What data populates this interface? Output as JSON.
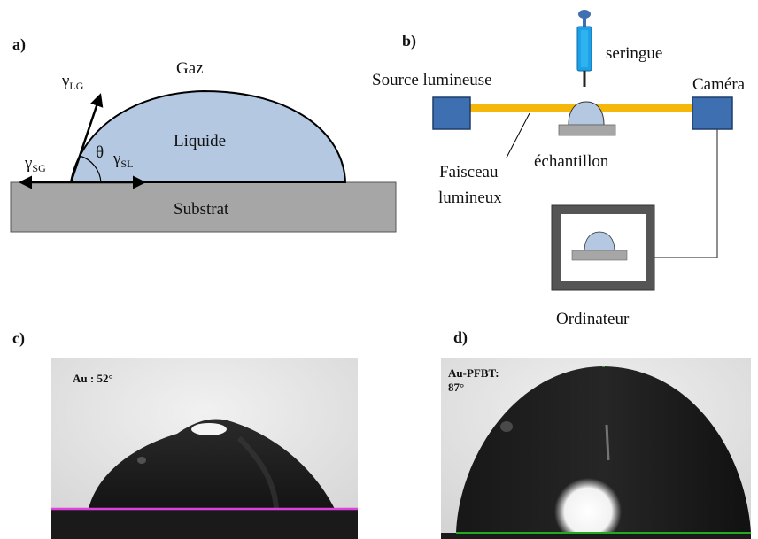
{
  "panel_a": {
    "label": "a)",
    "gas": "Gaz",
    "liquid": "Liquide",
    "substrate": "Substrat",
    "gamma_lg": "γ",
    "gamma_lg_sub": "LG",
    "gamma_sg": "γ",
    "gamma_sg_sub": "SG",
    "gamma_sl": "γ",
    "gamma_sl_sub": "SL",
    "theta": "θ"
  },
  "panel_b": {
    "label": "b)",
    "syringe": "seringue",
    "light_source": "Source lumineuse",
    "camera": "Caméra",
    "beam_line1": "Faisceau",
    "beam_line2": "lumineux",
    "sample": "échantillon",
    "computer": "Ordinateur"
  },
  "panel_c": {
    "label": "c)",
    "annotation": "Au : 52°"
  },
  "panel_d": {
    "label": "d)",
    "annotation_line1": "Au-PFBT:",
    "annotation_line2": "87°"
  },
  "colors": {
    "liquid": "#b4c8e2",
    "substrate": "#a6a6a6",
    "beam": "#f5b80a",
    "device_blue": "#3e6fb0",
    "syringe": "#1ea0e6",
    "baseline_c": "#e040e0",
    "baseline_d": "#22aa22"
  }
}
